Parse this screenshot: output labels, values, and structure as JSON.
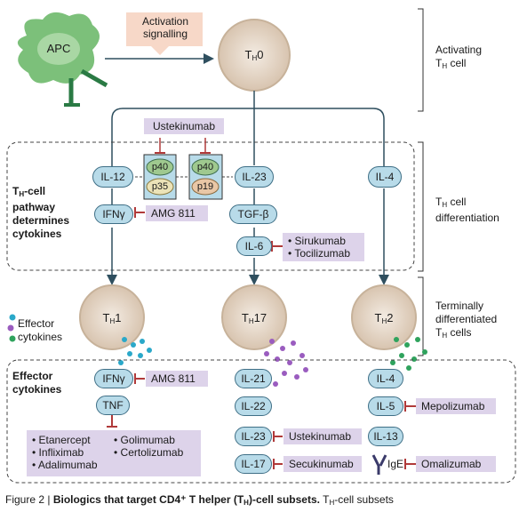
{
  "activation": {
    "label": "Activation signalling",
    "apc_label": "APC",
    "th0_label": "0"
  },
  "sections": {
    "activating": "Activating",
    "activating_cell": "cell",
    "differentiation": "cell differentiation",
    "terminal": "Terminally differentiated",
    "terminal_cells": "cells"
  },
  "pathway_text": {
    "line1": "-cell",
    "line2": "pathway",
    "line3": "determines",
    "line4": "cytokines"
  },
  "differentiation": {
    "ustekinumab_top": "Ustekinumab",
    "il12": "IL-12",
    "il23": "IL-23",
    "il4": "IL-4",
    "p40a": "p40",
    "p35": "p35",
    "p40b": "p40",
    "p19": "p19",
    "ifng": "IFNγ",
    "amg811": "AMG 811",
    "tgfb": "TGF-β",
    "il6": "IL-6",
    "il6_drugs": [
      "Sirukumab",
      "Tocilizumab"
    ]
  },
  "legend": {
    "effector": "Effector",
    "cytokines": "cytokines",
    "colors": [
      "#2aa8c9",
      "#9a5cbf",
      "#2fa35d"
    ]
  },
  "cells": {
    "th1": "1",
    "th17": "17",
    "th2": "2"
  },
  "effector": {
    "title_line1": "Effector",
    "title_line2": "cytokines",
    "ifng": "IFNγ",
    "amg811": "AMG 811",
    "tnf": "TNF",
    "tnf_drugs": [
      "Etanercept",
      "Golimumab",
      "Infliximab",
      "Certolizumab",
      "Adalimumab"
    ],
    "il21": "IL-21",
    "il22": "IL-22",
    "il23": "IL-23",
    "ustekinumab": "Ustekinumab",
    "il17": "IL-17",
    "secukinumab": "Secukinumab",
    "il4": "IL-4",
    "il5": "IL-5",
    "mepolizumab": "Mepolizumab",
    "il13": "IL-13",
    "ige": "IgE",
    "omalizumab": "Omalizumab"
  },
  "caption": {
    "prefix": "Figure 2 | ",
    "bold": "Biologics that target CD4⁺ T helper (T",
    "bold_h": "H",
    "bold_end": ")-cell subsets.",
    "rest": " T",
    "rest_h": "H",
    "rest_end": "-cell subsets"
  },
  "colors": {
    "cell_fill": "#e3d3c2",
    "pill_fill": "#b8dbe9",
    "drug_fill": "#ddd3ea",
    "inhibitor": "#b03a3a",
    "apc": "#7cc07a",
    "arrow": "#2f4f5f"
  }
}
